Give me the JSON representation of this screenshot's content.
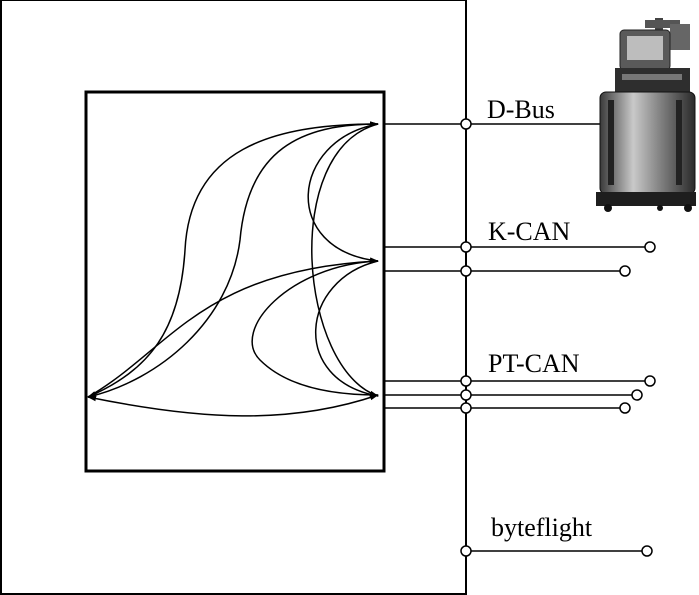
{
  "bus_labels": {
    "dbus": "D-Bus",
    "kcan": "K-CAN",
    "ptcan": "PT-CAN",
    "byteflight": "byteflight"
  },
  "colors": {
    "line": "#000000",
    "background": "#ffffff"
  },
  "icons": {
    "tester": "diagnostic-tester-cart-icon"
  }
}
